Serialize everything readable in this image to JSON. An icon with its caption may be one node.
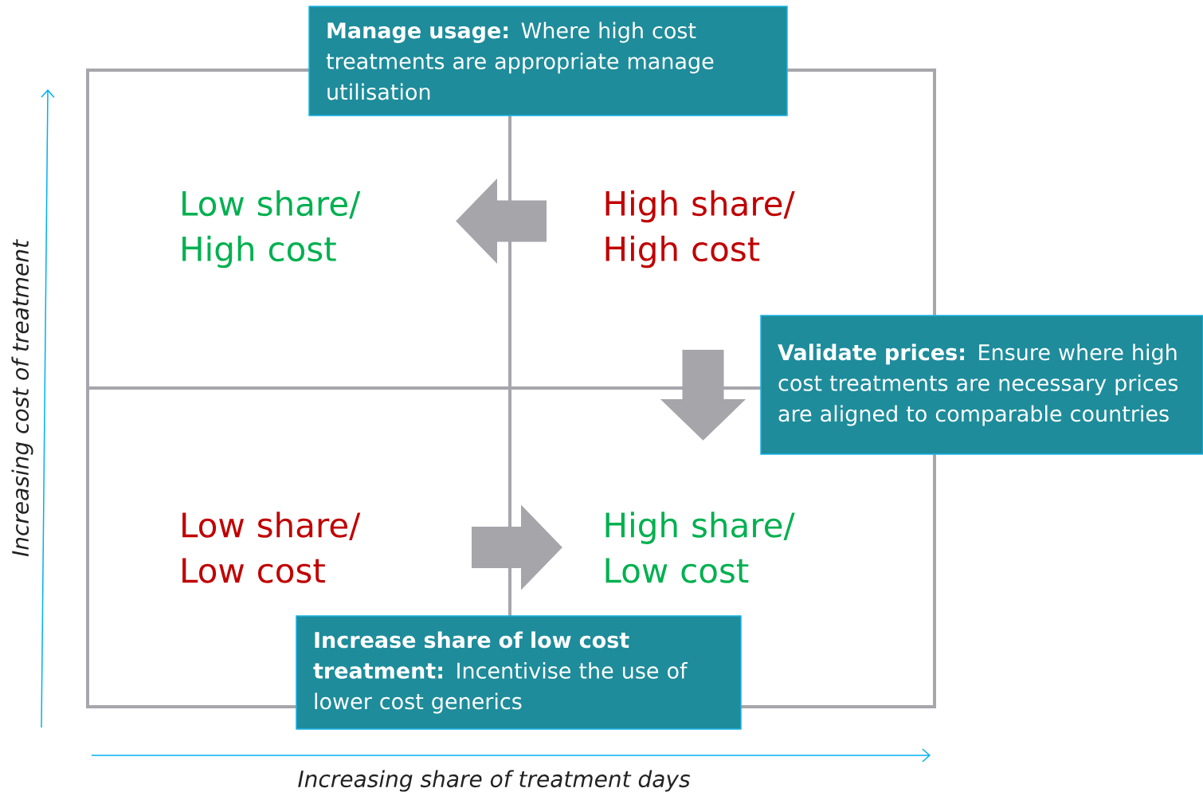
{
  "diagram": {
    "nodes": [
      {
        "text": [
          "**Manage usage:** Where high cost treatments are appropriate manage utilisation"
        ]
      },
      {
        "text": [
          "Low share/ High cost"
        ]
      },
      {
        "text": [
          "High share/ High cost"
        ]
      },
      {
        "text": [
          "**Validate prices:** Ensure where high cost treatments are necessary prices are aligned to comparable countries"
        ]
      },
      {
        "text": [
          "Low share/ Low cost"
        ]
      },
      {
        "text": [
          "High share/ Low cost"
        ]
      },
      {
        "text": [
          "**Increase share of low cost treatment:** Incentivise the use of lower cost generics"
        ]
      }
    ],
    "edges": [
      {
        "from": 2,
        "to": 1,
        "arrow": "to"
      },
      {
        "from": 2,
        "to": 5,
        "arrow": "to"
      },
      {
        "from": 4,
        "to": 5,
        "arrow": "to"
      }
    ],
    "labels": [
      "Increasing cost of treatment",
      "Increasing share of treatment days"
    ]
  }
}
